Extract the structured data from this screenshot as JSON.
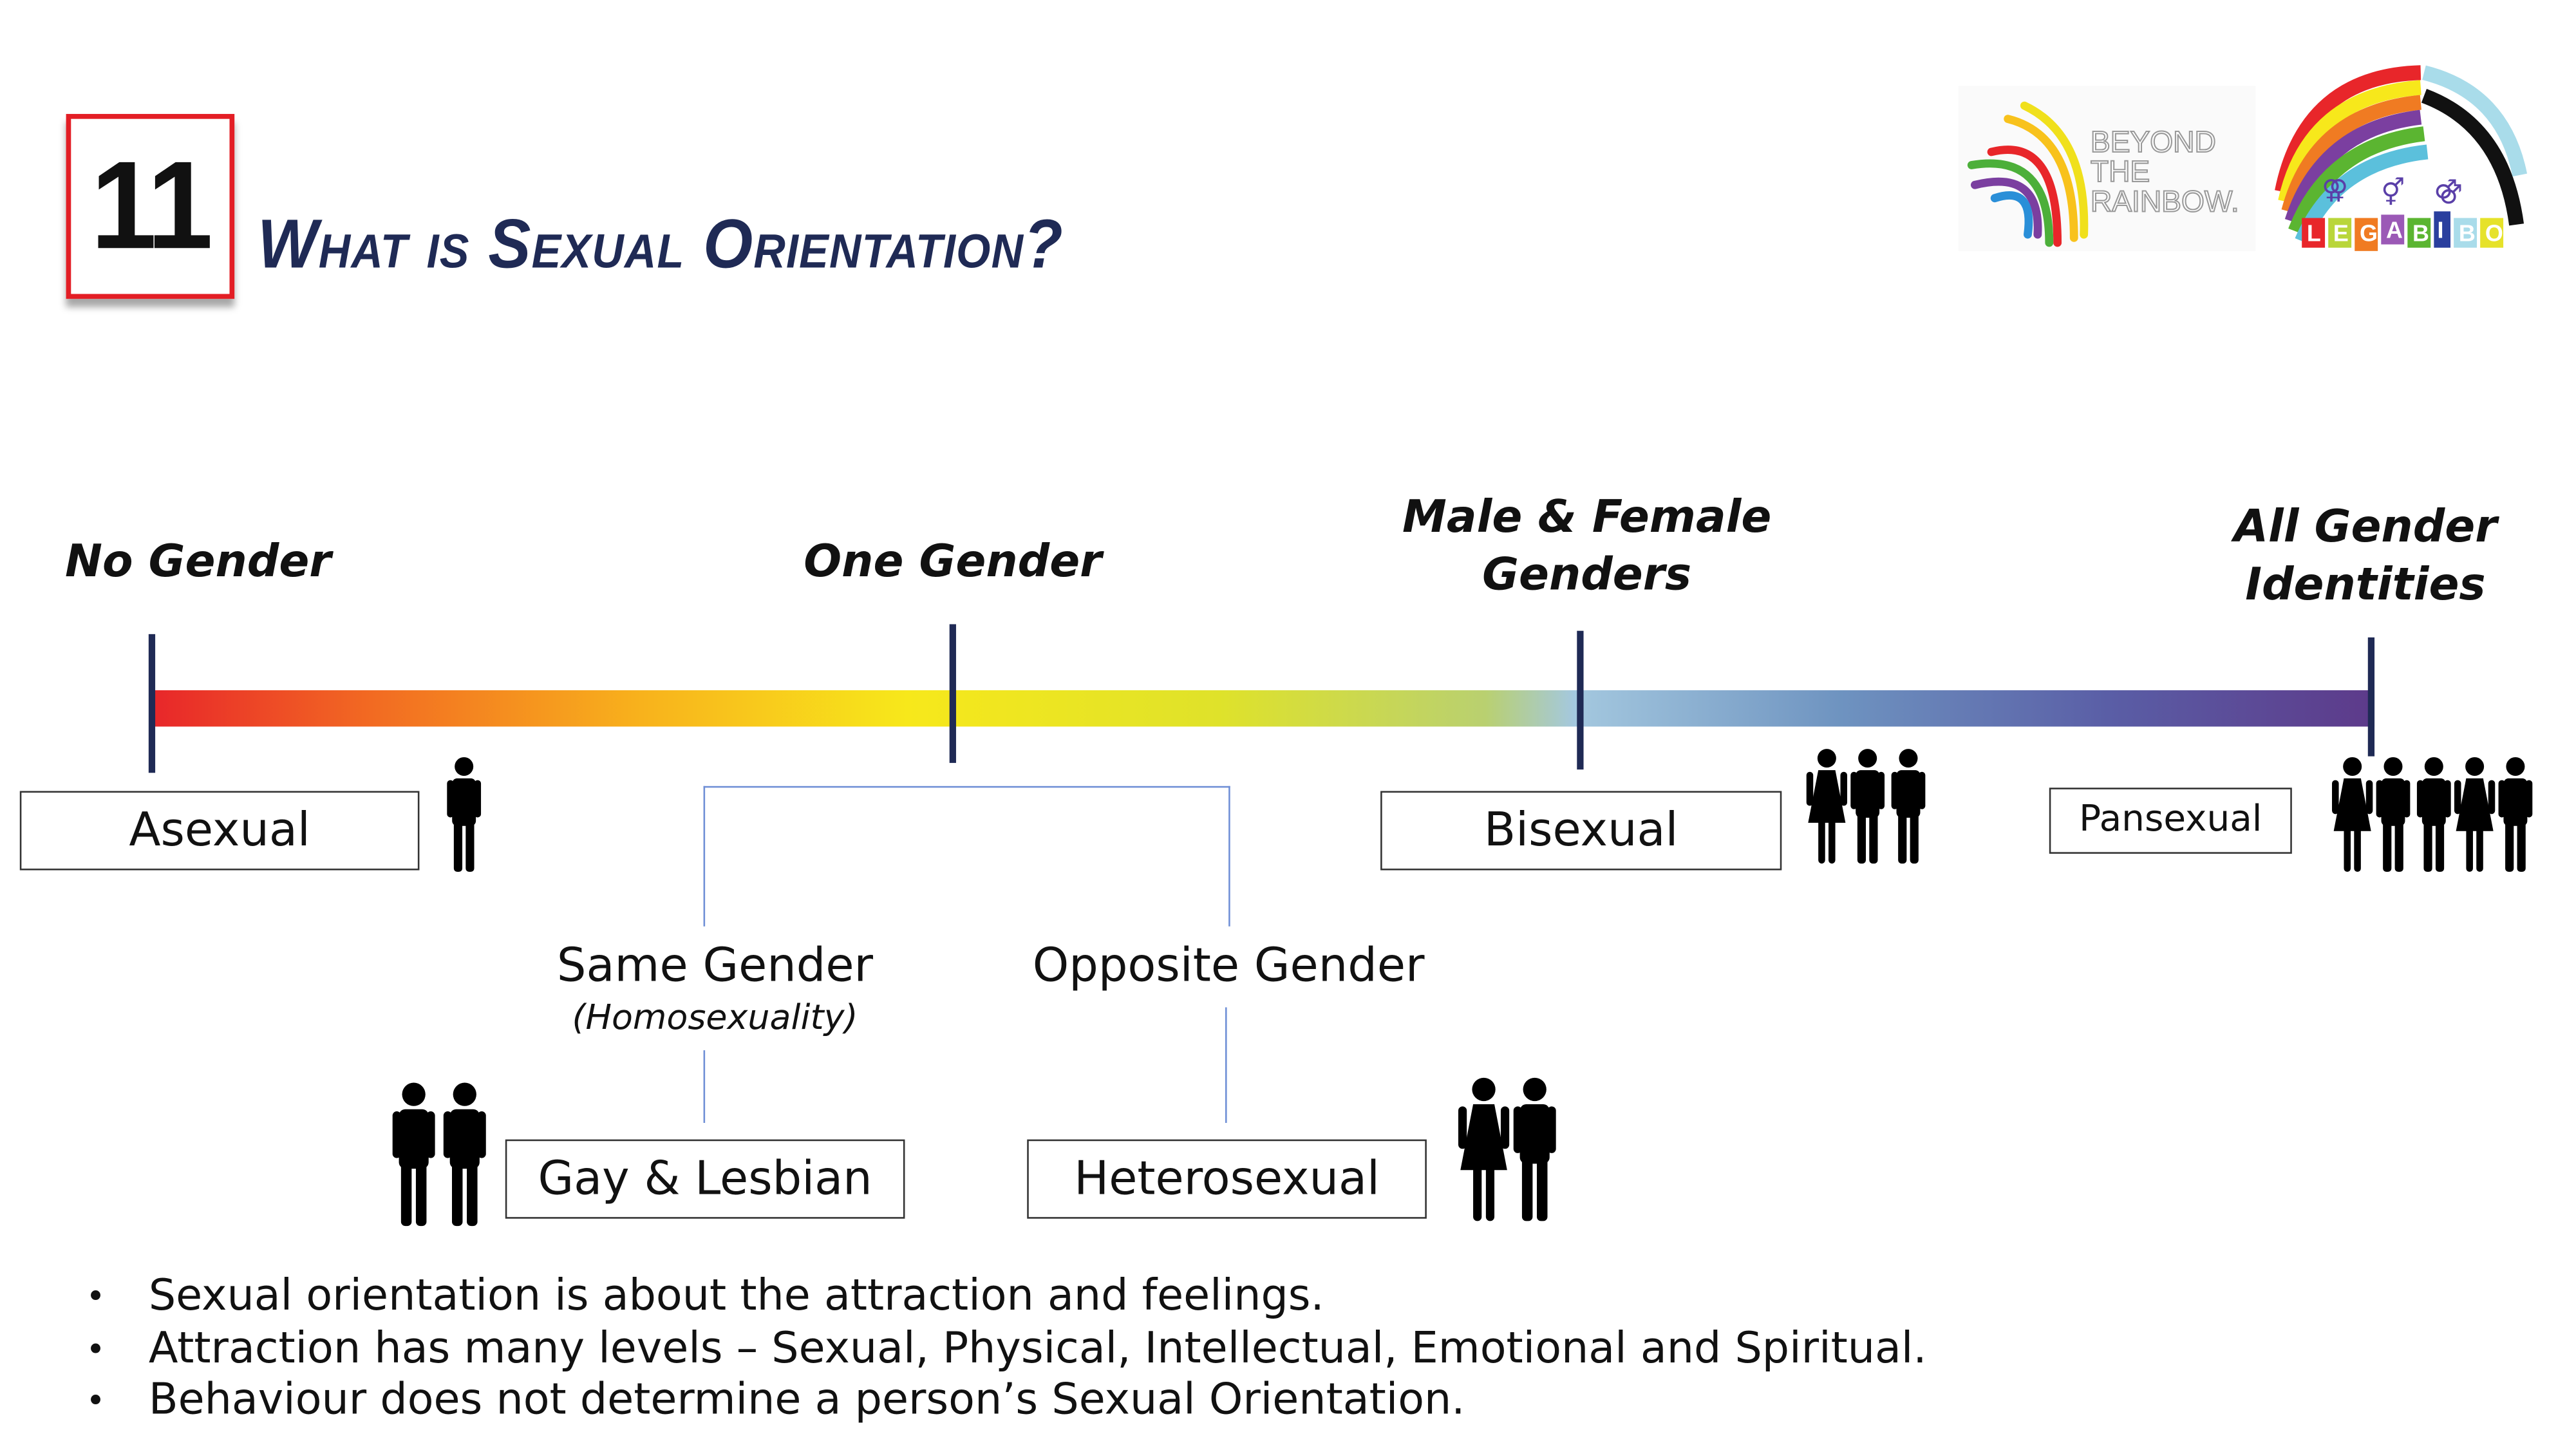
{
  "slide_number": "11",
  "title": "What is Sexual Orientation?",
  "logos": {
    "beyond_the_rainbow": "BEYOND THE RAINBOW.",
    "legabibo": "LEGABIBO"
  },
  "spectrum": {
    "categories": [
      "No Gender",
      "One Gender",
      "Male & Female Genders",
      "All Gender Identities"
    ],
    "colors": {
      "start": "#e8262a",
      "middle": "#f7e81b",
      "end": "#5d3a8a",
      "tick": "#1f2a55",
      "branch": "#6f8fd6"
    }
  },
  "labels": {
    "asexual": "Asexual",
    "bisexual": "Bisexual",
    "pansexual": "Pansexual",
    "same_gender": "Same Gender",
    "homosexuality": "(Homosexuality)",
    "opposite_gender": "Opposite Gender",
    "gay_lesbian": "Gay & Lesbian",
    "heterosexual": "Heterosexual"
  },
  "bullets": [
    "Sexual orientation is about the attraction and feelings.",
    "Attraction has many levels – Sexual, Physical, Intellectual, Emotional and Spiritual.",
    "Behaviour does not determine a person’s Sexual Orientation."
  ]
}
